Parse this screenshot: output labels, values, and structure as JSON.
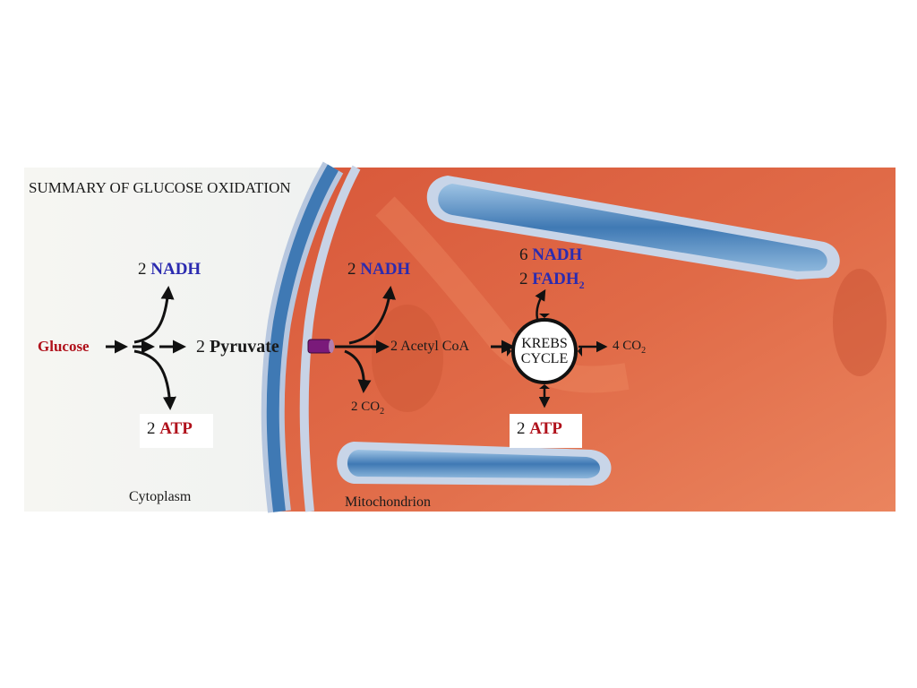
{
  "title": "SUMMARY OF GLUCOSE OXIDATION",
  "glucose": "Glucose",
  "glycolysis": {
    "nadh_count": "2",
    "nadh": "NADH",
    "atp_count": "2",
    "atp": "ATP"
  },
  "pyruvate": {
    "count": "2",
    "name": "Pyruvate"
  },
  "link": {
    "nadh_count": "2",
    "nadh": "NADH",
    "co2": "2 CO",
    "co2_sub": "2",
    "acetyl": "2 Acetyl CoA"
  },
  "krebs": {
    "line1": "KREBS",
    "line2": "CYCLE",
    "nadh_count": "6",
    "nadh": "NADH",
    "fadh_count": "2",
    "fadh": "FADH",
    "fadh_sub": "2",
    "co2": "4 CO",
    "co2_sub": "2",
    "atp_count": "2",
    "atp": "ATP"
  },
  "regions": {
    "cytoplasm": "Cytoplasm",
    "mitochondrion": "Mitochondrion"
  },
  "colors": {
    "nadh": "#2b2bb0",
    "atp": "#b0111b",
    "matrix": "#e26a45",
    "membrane": "#3f79b4",
    "channel": "#7a1a7a"
  }
}
